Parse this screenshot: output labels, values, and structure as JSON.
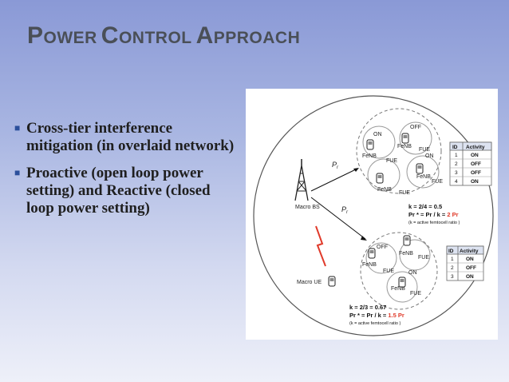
{
  "slide": {
    "title": {
      "w1_cap": "P",
      "w1_rest": "OWER",
      "w2_cap": "C",
      "w2_rest": "ONTROL",
      "w3_cap": "A",
      "w3_rest": "PPROACH"
    },
    "bullets": [
      "Cross-tier interference mitigation (in overlaid network)",
      "Proactive (open loop power setting) and Reactive (closed loop power setting)"
    ]
  },
  "figure": {
    "macro_bs": "Macro BS",
    "macro_ue": "Macro UE",
    "pr": "P",
    "pr_sub": "r",
    "fenb": "FeNB",
    "fue": "FUE",
    "on": "ON",
    "off": "OFF",
    "table_headers": [
      "ID",
      "Activity"
    ],
    "table1": [
      [
        "1",
        "ON"
      ],
      [
        "2",
        "OFF"
      ],
      [
        "3",
        "OFF"
      ],
      [
        "4",
        "ON"
      ]
    ],
    "table2": [
      [
        "1",
        "ON"
      ],
      [
        "2",
        "OFF"
      ],
      [
        "3",
        "ON"
      ]
    ],
    "k1_line": "k =   2/4 = 0.5",
    "k1_pr_prefix": "Pr * = Pr / k = ",
    "k1_pr_value": "2 Pr",
    "k_note": "(k = active femtocell ratio )",
    "k2_line": "k =   2/3 = 0.67",
    "k2_pr_prefix": "Pr * = Pr / k = ",
    "k2_pr_value": "1.5 Pr",
    "colors": {
      "accent_red": "#e03a2a",
      "table_header": "#dde3f1",
      "bullet_marker": "#2b4f9b"
    }
  }
}
